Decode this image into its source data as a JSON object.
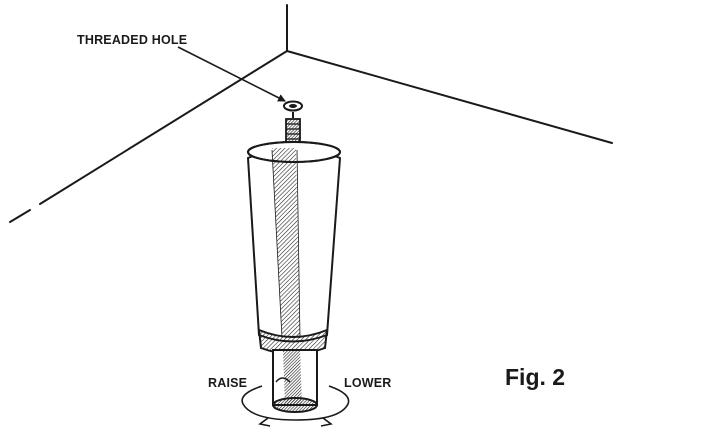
{
  "labels": {
    "threaded_hole": "THREADED HOLE",
    "raise": "RAISE",
    "lower": "LOWER"
  },
  "figure": {
    "caption": "Fig. 2"
  },
  "colors": {
    "ink": "#1a1a1a",
    "background": "#ffffff"
  }
}
